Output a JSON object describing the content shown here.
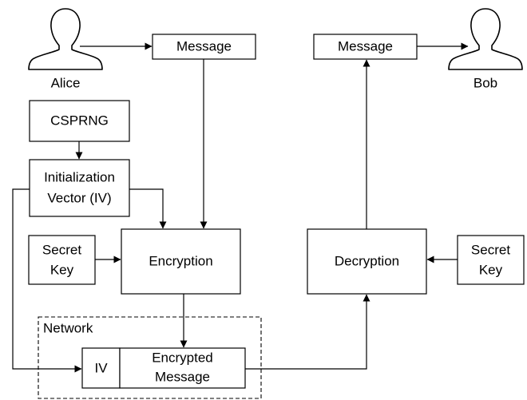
{
  "actors": {
    "alice": "Alice",
    "bob": "Bob"
  },
  "nodes": {
    "message_in": "Message",
    "message_out": "Message",
    "csprng": "CSPRNG",
    "iv_line1": "Initialization",
    "iv_line2": "Vector (IV)",
    "secret_key_left_1": "Secret",
    "secret_key_left_2": "Key",
    "encryption": "Encryption",
    "decryption": "Decryption",
    "secret_key_right_1": "Secret",
    "secret_key_right_2": "Key",
    "iv_cell": "IV",
    "encrypted_1": "Encrypted",
    "encrypted_2": "Message"
  },
  "groups": {
    "network": "Network"
  }
}
